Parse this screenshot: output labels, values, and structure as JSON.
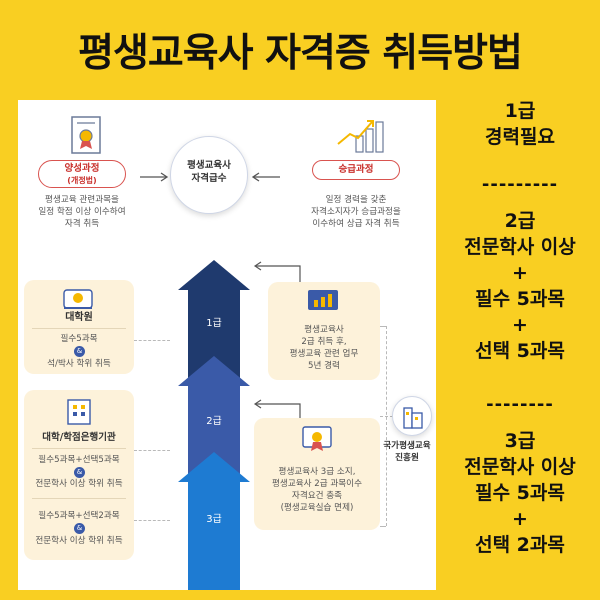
{
  "title": "평생교육사 자격증 취득방법",
  "side": {
    "grade1": [
      "1급",
      "경력필요"
    ],
    "divider1": "---------",
    "grade2": [
      "2급",
      "전문학사 이상",
      "+",
      "필수 5과목",
      "+",
      "선택 5과목"
    ],
    "divider2": "--------",
    "grade3": [
      "3급",
      "전문학사 이상",
      "필수 5과목",
      "+",
      "선택 2과목"
    ]
  },
  "top": {
    "left_pill": [
      "양성과정",
      "(개정법)"
    ],
    "left_text": [
      "평생교육 관련과목을",
      "일정 학점 이상 이수하여",
      "자격 취득"
    ],
    "center": [
      "평생교육사",
      "자격급수"
    ],
    "right_pill": "승급과정",
    "right_text": [
      "일정 경력을 갖춘",
      "자격소지자가 승급과정을",
      "이수하여 상급 자격 취득"
    ]
  },
  "grad": {
    "title": "대학원",
    "line1": "필수5과목",
    "amp": "&",
    "line2": "석/박사 학위 취득"
  },
  "univ": {
    "title": "대학/학점은행기관",
    "a1": "필수5과목+선택5과목",
    "a2": "전문학사 이상 학위 취득",
    "b1": "필수5과목+선택2과목",
    "b2": "전문학사 이상 학위 취득",
    "amp": "&"
  },
  "arrows": {
    "g1": "1급",
    "g2": "2급",
    "g3": "3급"
  },
  "prom1": [
    "평생교육사",
    "2급 취득 후,",
    "평생교육 관련 업무",
    "5년 경력"
  ],
  "prom2": [
    "평생교육사 3급 소지,",
    "평생교육사 2급 과목이수",
    "자격요건 충족",
    "(평생교육실습 면제)"
  ],
  "agency": [
    "국가평생교육",
    "진흥원"
  ],
  "colors": {
    "bg": "#f9cf22",
    "navy": "#1f3a6e",
    "mid": "#3a5aa8",
    "light": "#1e7bd2",
    "pill": "#d9534f"
  }
}
